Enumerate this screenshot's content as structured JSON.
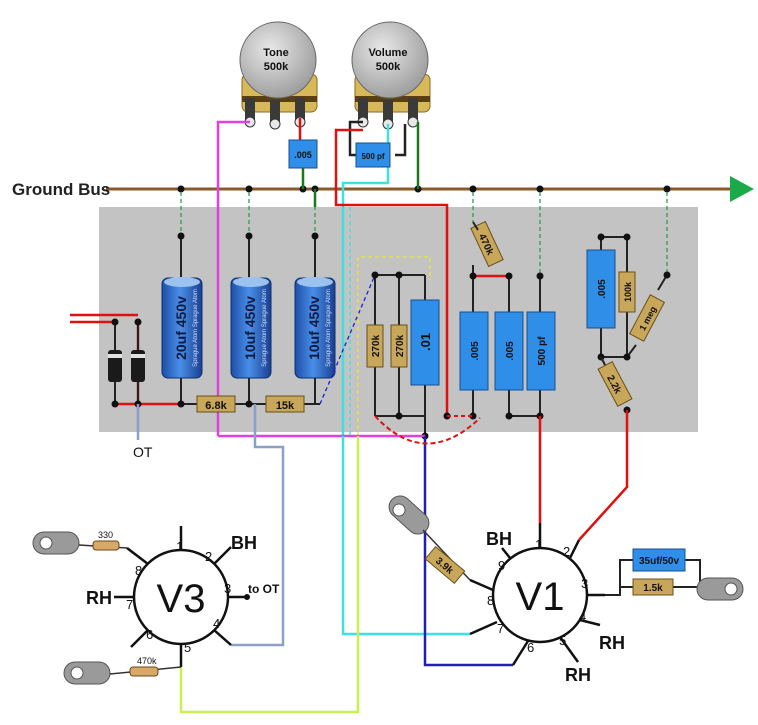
{
  "ground_bus_label": "Ground Bus",
  "pots": {
    "tone": {
      "name": "Tone",
      "value": "500k"
    },
    "volume": {
      "name": "Volume",
      "value": "500k"
    }
  },
  "top_caps": {
    "tone_cap": ".005",
    "volume_cap": "500 pf"
  },
  "board": {
    "electrolytics": [
      "20uf 450v",
      "10uf 450v",
      "10uf 450v"
    ],
    "cap_brand": "Sprague Atom Sprague Atom",
    "filter_resistors": [
      "6.8k",
      "15k"
    ],
    "mid_resistors": [
      "270k",
      "270k"
    ],
    "coupling_cap": ".01",
    "caps_right": [
      ".005",
      ".005",
      "500 pf"
    ],
    "angled_470k": "470k",
    "far_right": {
      "cap": ".005",
      "res_100k": "100k",
      "res_1meg": "1 meg",
      "res_2k2": "2.2k"
    }
  },
  "ot_label": "OT",
  "v3": {
    "name": "V3",
    "pins": [
      "1",
      "2",
      "3",
      "4",
      "5",
      "6",
      "7",
      "8"
    ],
    "bh": "BH",
    "rh": "RH",
    "to_ot": "to OT",
    "r330": "330",
    "r470k": "470k"
  },
  "v1": {
    "name": "V1",
    "pins": [
      "1",
      "2",
      "3",
      "4",
      "5",
      "6",
      "7",
      "8",
      "9"
    ],
    "bh": "BH",
    "rh1": "RH",
    "rh2": "RH",
    "r39k": "3.9k",
    "cathode_cap": "35uf/50v",
    "cathode_res": "1.5k"
  },
  "colors": {
    "ground_bus": "#8b5a2b",
    "board": "#c3c3c3",
    "arrow": "#1aaa4a",
    "cap_blue": "#2f6fd0",
    "res_tan": "#c9a75a",
    "red": "#e01010",
    "magenta": "#e040e0",
    "cyan": "#3ee0e0",
    "green": "#1a7a1a",
    "dark_blue": "#2020b0",
    "slate": "#8aa0c8",
    "yellow_green": "#c8f050"
  }
}
